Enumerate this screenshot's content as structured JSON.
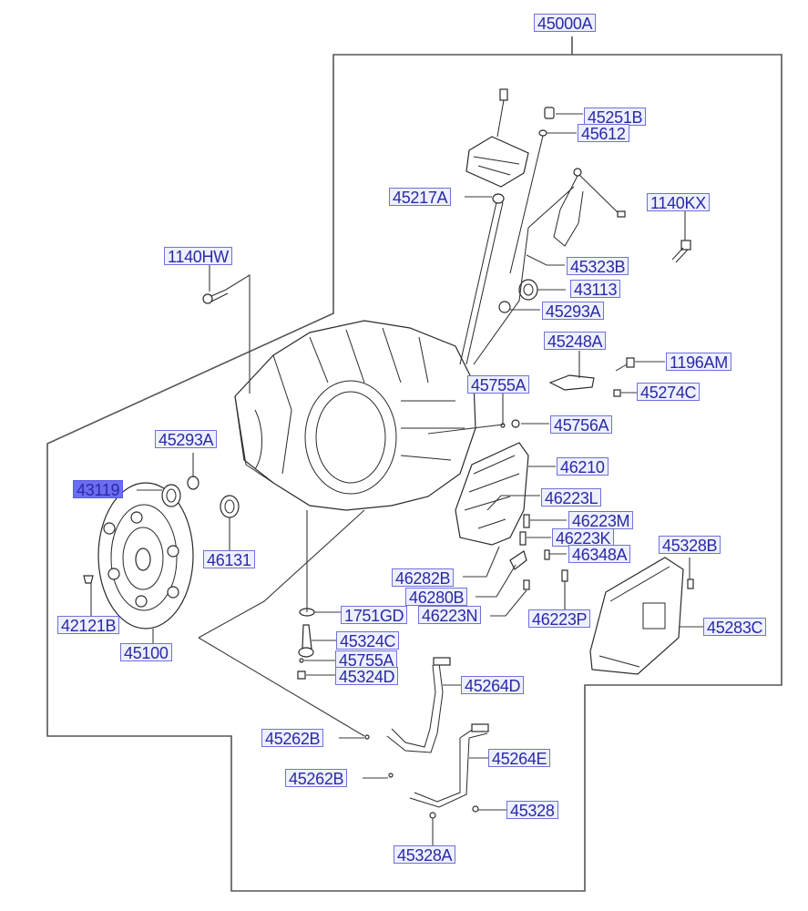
{
  "diagram": {
    "title": "Automatic Transaxle Assembly",
    "assembly_label": "45000A",
    "selected_part": "43119",
    "colors": {
      "label_text": "#2a2aa6",
      "label_bg": "#eef0ff",
      "label_border": "#6f72d8",
      "selected_bg": "#6b6ef0",
      "line": "#2a2a2a"
    },
    "callouts": [
      {
        "id": "45000A",
        "label": "45000A"
      },
      {
        "id": "45251B",
        "label": "45251B"
      },
      {
        "id": "45612",
        "label": "45612"
      },
      {
        "id": "45217A",
        "label": "45217A"
      },
      {
        "id": "1140KX",
        "label": "1140KX"
      },
      {
        "id": "1140HW",
        "label": "1140HW"
      },
      {
        "id": "45323B",
        "label": "45323B"
      },
      {
        "id": "43113",
        "label": "43113"
      },
      {
        "id": "45293A-top",
        "label": "45293A"
      },
      {
        "id": "45248A",
        "label": "45248A"
      },
      {
        "id": "1196AM",
        "label": "1196AM"
      },
      {
        "id": "45274C",
        "label": "45274C"
      },
      {
        "id": "45755A-top",
        "label": "45755A"
      },
      {
        "id": "45756A",
        "label": "45756A"
      },
      {
        "id": "45293A-left",
        "label": "45293A"
      },
      {
        "id": "46210",
        "label": "46210"
      },
      {
        "id": "43119",
        "label": "43119"
      },
      {
        "id": "46223L",
        "label": "46223L"
      },
      {
        "id": "46223M",
        "label": "46223M"
      },
      {
        "id": "46131",
        "label": "46131"
      },
      {
        "id": "46223K",
        "label": "46223K"
      },
      {
        "id": "46348A",
        "label": "46348A"
      },
      {
        "id": "45328B",
        "label": "45328B"
      },
      {
        "id": "46282B",
        "label": "46282B"
      },
      {
        "id": "46280B",
        "label": "46280B"
      },
      {
        "id": "42121B",
        "label": "42121B"
      },
      {
        "id": "1751GD",
        "label": "1751GD"
      },
      {
        "id": "46223N",
        "label": "46223N"
      },
      {
        "id": "46223P",
        "label": "46223P"
      },
      {
        "id": "45283C",
        "label": "45283C"
      },
      {
        "id": "45100",
        "label": "45100"
      },
      {
        "id": "45324C",
        "label": "45324C"
      },
      {
        "id": "45755A-bottom",
        "label": "45755A"
      },
      {
        "id": "45324D",
        "label": "45324D"
      },
      {
        "id": "45264D",
        "label": "45264D"
      },
      {
        "id": "45262B-upper",
        "label": "45262B"
      },
      {
        "id": "45264E",
        "label": "45264E"
      },
      {
        "id": "45262B-lower",
        "label": "45262B"
      },
      {
        "id": "45328",
        "label": "45328"
      },
      {
        "id": "45328A",
        "label": "45328A"
      }
    ],
    "parts": [
      {
        "name": "transaxle-case"
      },
      {
        "name": "torque-converter"
      },
      {
        "name": "valve-body"
      },
      {
        "name": "oil-pan"
      },
      {
        "name": "oil-cooler-hoses"
      },
      {
        "name": "solenoid-bracket"
      },
      {
        "name": "wiring-harness"
      },
      {
        "name": "oil-seal"
      },
      {
        "name": "o-ring"
      },
      {
        "name": "bolt"
      }
    ]
  }
}
